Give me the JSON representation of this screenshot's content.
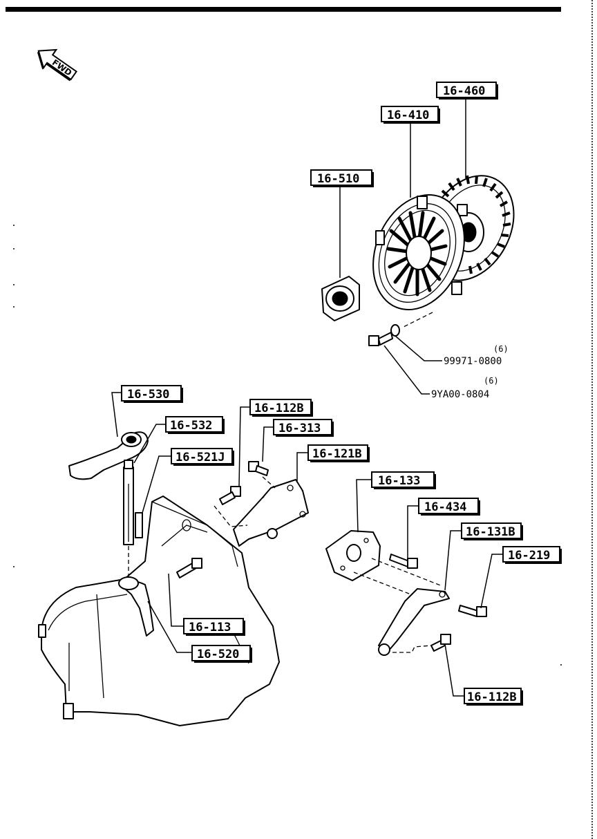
{
  "fwd_label": "FWD",
  "part_labels": {
    "p16_460": "16-460",
    "p16_410": "16-410",
    "p16_510": "16-510",
    "p16_530": "16-530",
    "p16_532": "16-532",
    "p16_521j": "16-521J",
    "p16_112b_upper": "16-112B",
    "p16_313": "16-313",
    "p16_121b": "16-121B",
    "p16_133": "16-133",
    "p16_434": "16-434",
    "p16_131b": "16-131B",
    "p16_219": "16-219",
    "p16_113": "16-113",
    "p16_520": "16-520",
    "p16_112b_lower": "16-112B"
  },
  "fastener_notes": {
    "washer": {
      "code": "99971-0800",
      "qty": "(6)"
    },
    "bolt": {
      "code": "9YA00-0804",
      "qty": "(6)"
    }
  }
}
